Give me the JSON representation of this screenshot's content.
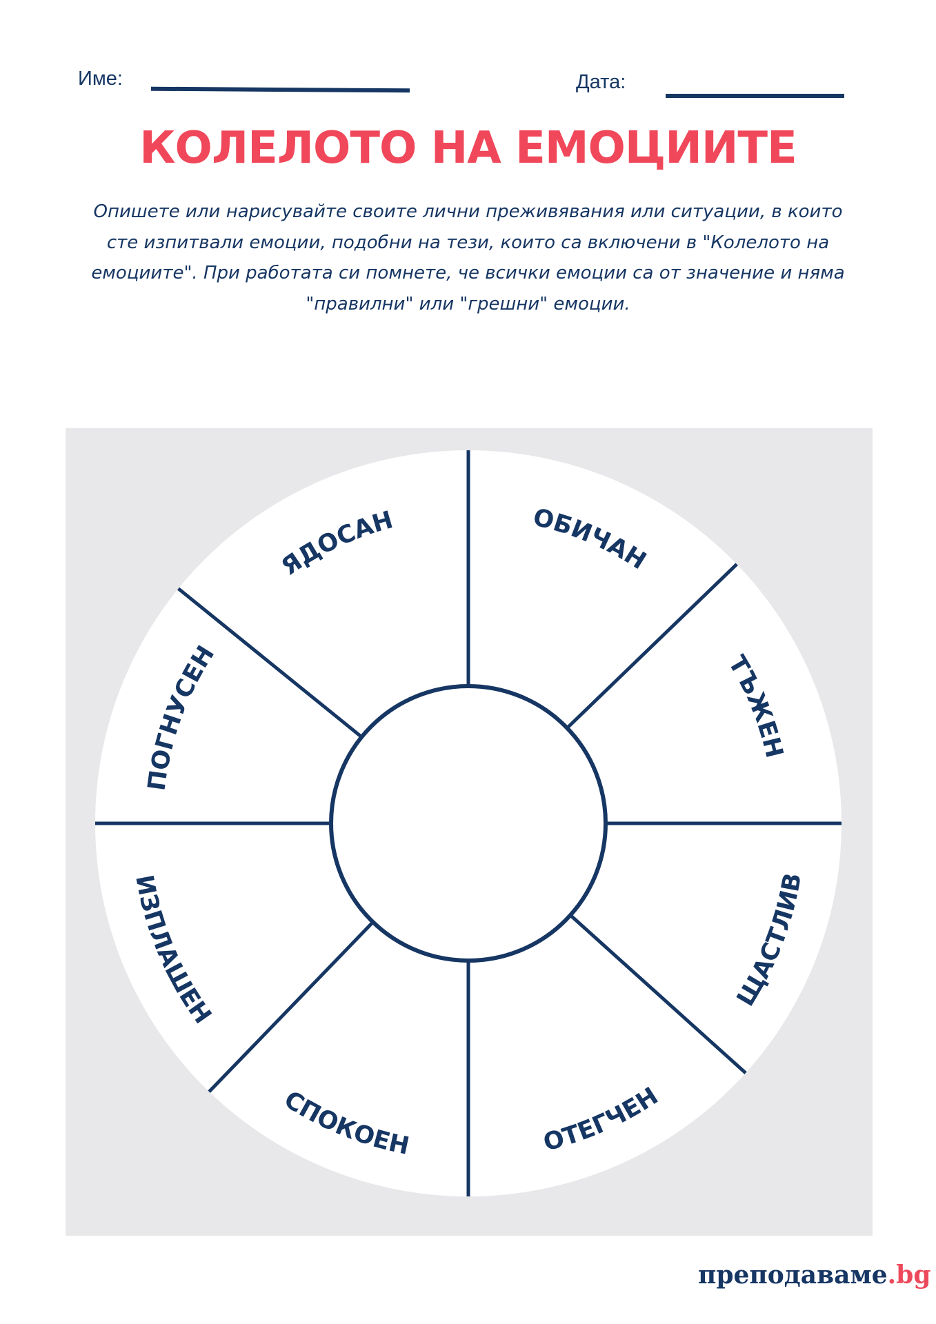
{
  "header": {
    "name_label": "Име:",
    "date_label": "Дата:"
  },
  "title": "КОЛЕЛОТО НА ЕМОЦИИТЕ",
  "instructions": "Опишете или нарисувайте своите лични преживявания или ситуации, в които сте изпитвали емоции, подобни на тези, които са включени в \"Колелото на емоциите\". При работата си помнете, че всички емоции са от значение и няма \"правилни\" или \"грешни\" емоции.",
  "wheel": {
    "emotions": [
      "ЯДОСАН",
      "ОБИЧАН",
      "ТЪЖЕН",
      "ЩАСТЛИВ",
      "ОТЕГЧЕН",
      "СПОКОЕН",
      "ИЗПЛАШЕН",
      "ПОГНУСЕН"
    ]
  },
  "logo": {
    "main": "преподаваме",
    "suffix": ".bg"
  },
  "colors": {
    "navy": "#163663",
    "accent": "#f0485a",
    "panel": "#e8e8ea"
  }
}
